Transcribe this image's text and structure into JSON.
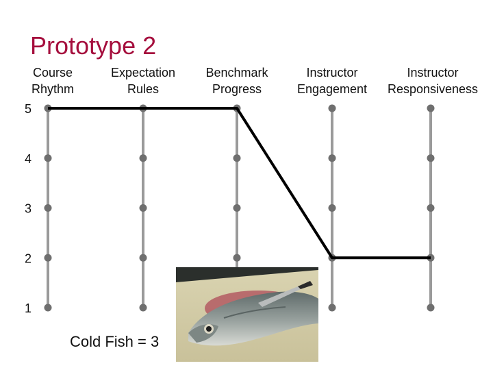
{
  "slide": {
    "title": "Prototype 2",
    "caption": "Cold Fish = 3"
  },
  "photo": {
    "subject": "fish-on-cutting-board"
  },
  "colors": {
    "title": "#a50e3d",
    "axis_line": "#9a9a9a",
    "axis_dot": "#6f6f6f",
    "profile_line": "#000000"
  },
  "chart_data": {
    "type": "line",
    "title": "Prototype 2",
    "categories": [
      [
        "Course",
        "Rhythm"
      ],
      [
        "Expectation",
        "Rules"
      ],
      [
        "Benchmark",
        "Progress"
      ],
      [
        "Instructor",
        "Engagement"
      ],
      [
        "Instructor",
        "Responsiveness"
      ]
    ],
    "y_ticks": [
      1,
      2,
      3,
      4,
      5
    ],
    "ylim": [
      1,
      5
    ],
    "series": [
      {
        "values": [
          5,
          5,
          5,
          2,
          2
        ]
      }
    ],
    "grid": false,
    "legend": "none"
  }
}
